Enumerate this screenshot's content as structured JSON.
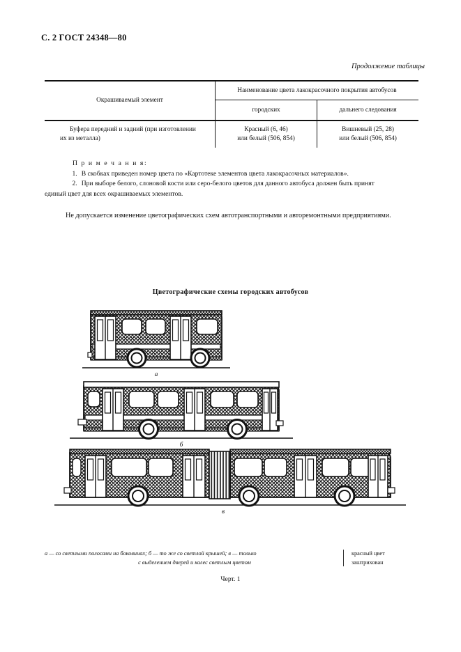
{
  "header": {
    "page_label": "С. 2",
    "standard": "ГОСТ 24348—80",
    "continued_note": "Продолжение таблицы"
  },
  "table": {
    "col_element_header": "Окрашиваемый элемент",
    "col_group_header": "Наименование цвета лакокрасочного покрытия автобусов",
    "sub_headers": [
      "городских",
      "дальнего следования"
    ],
    "rows": [
      {
        "element_line1": "Буфера передний и задний (при изготовлении",
        "element_line2": "их из металла)",
        "city_line1": "Красный (6, 46)",
        "city_line2": "или белый (506, 854)",
        "long_line1": "Вишневый (25, 28)",
        "long_line2": "или белый (506, 854)"
      }
    ]
  },
  "notes": {
    "title": "П р и м е ч а н и я:",
    "items": [
      {
        "num": "1.",
        "text": "В скобках приведен номер цвета по «Картотеке элементов цвета лакокрасочных материалов»."
      },
      {
        "num": "2.",
        "text": "При выборе белого, слоновой кости или серо-белого цветов для данного автобуса должен быть принят",
        "cont": "единый цвет для всех окрашиваемых элементов."
      }
    ]
  },
  "paragraph": {
    "text": "Не допускается изменение цветографических схем автотранспортными и авторемонтными предприятиями."
  },
  "figure": {
    "title": "Цветографические схемы городских автобусов",
    "diagrams": [
      {
        "id": "a",
        "label": "а",
        "description": "Городской автобус со светлыми полосами на боковинах"
      },
      {
        "id": "b",
        "label": "б",
        "description": "Городской автобус со светлыми полосами и светлой крышей"
      },
      {
        "id": "v",
        "label": "в",
        "description": "Сочлененный городской автобус с выделением дверей и колес светлым цветом"
      }
    ],
    "caption_line1": "а — со светлыми полосами на боковинах; б — то же со светлой крышей; в — только",
    "caption_line2": "с выделением дверей и колес светлым цветом",
    "legend_line1": "красный цвет",
    "legend_line2": "заштрихован",
    "figure_number": "Черт. 1"
  },
  "colors": {
    "ink": "#111111",
    "paper": "#ffffff",
    "hatch": "#1a1a1a"
  }
}
